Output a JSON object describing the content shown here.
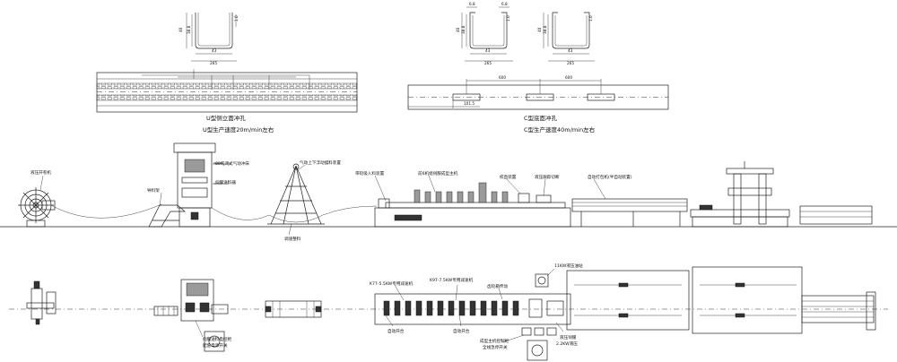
{
  "profile_u": {
    "dims": {
      "height_left": "40",
      "height_right": "38.8",
      "thick": "1.0",
      "bottom": "43",
      "overall": "265"
    },
    "caption_1": "U型侧立面冲孔",
    "caption_2": "U型生产速度20m/min左右"
  },
  "profile_c": {
    "dims_1": {
      "flange_l": "6.8",
      "flange_r": "6.8",
      "height_left": "40",
      "height_right": "38.8",
      "thick": "1.0",
      "bottom": "43",
      "overall": "265"
    },
    "dims_2": {
      "height_left": "40",
      "height_right": "38.8",
      "thick": "1.0",
      "bottom": "43",
      "overall": "265"
    },
    "pitch_1": "600",
    "pitch_2": "600",
    "offset": "101.5",
    "caption_1": "C型底面冲孔",
    "caption_2": "C型生产速度40m/min左右"
  },
  "side_view": {
    "labels": [
      "液压开卷机",
      "导料架",
      "80吨闭式气动冲床",
      "伺服送料器",
      "气动上下浮动摆料装置",
      "调速整料",
      "带轮吸入料装置",
      "前6机组伺服成型主机",
      "校直装置",
      "液压跟踪切断",
      "自动打包机(半自动装置)"
    ]
  },
  "top_view": {
    "labels": [
      "K77-5.5KW专用减速机",
      "K97-7.5KW专用减速机",
      "齿轮箱传动",
      "11KW液压油站",
      "自动开合",
      "自动开合",
      "成型主机控制柜",
      "全线急停开关",
      "液压伺服",
      "2.2KW液压",
      "伺服送料电控柜",
      "配套电源开关"
    ]
  }
}
